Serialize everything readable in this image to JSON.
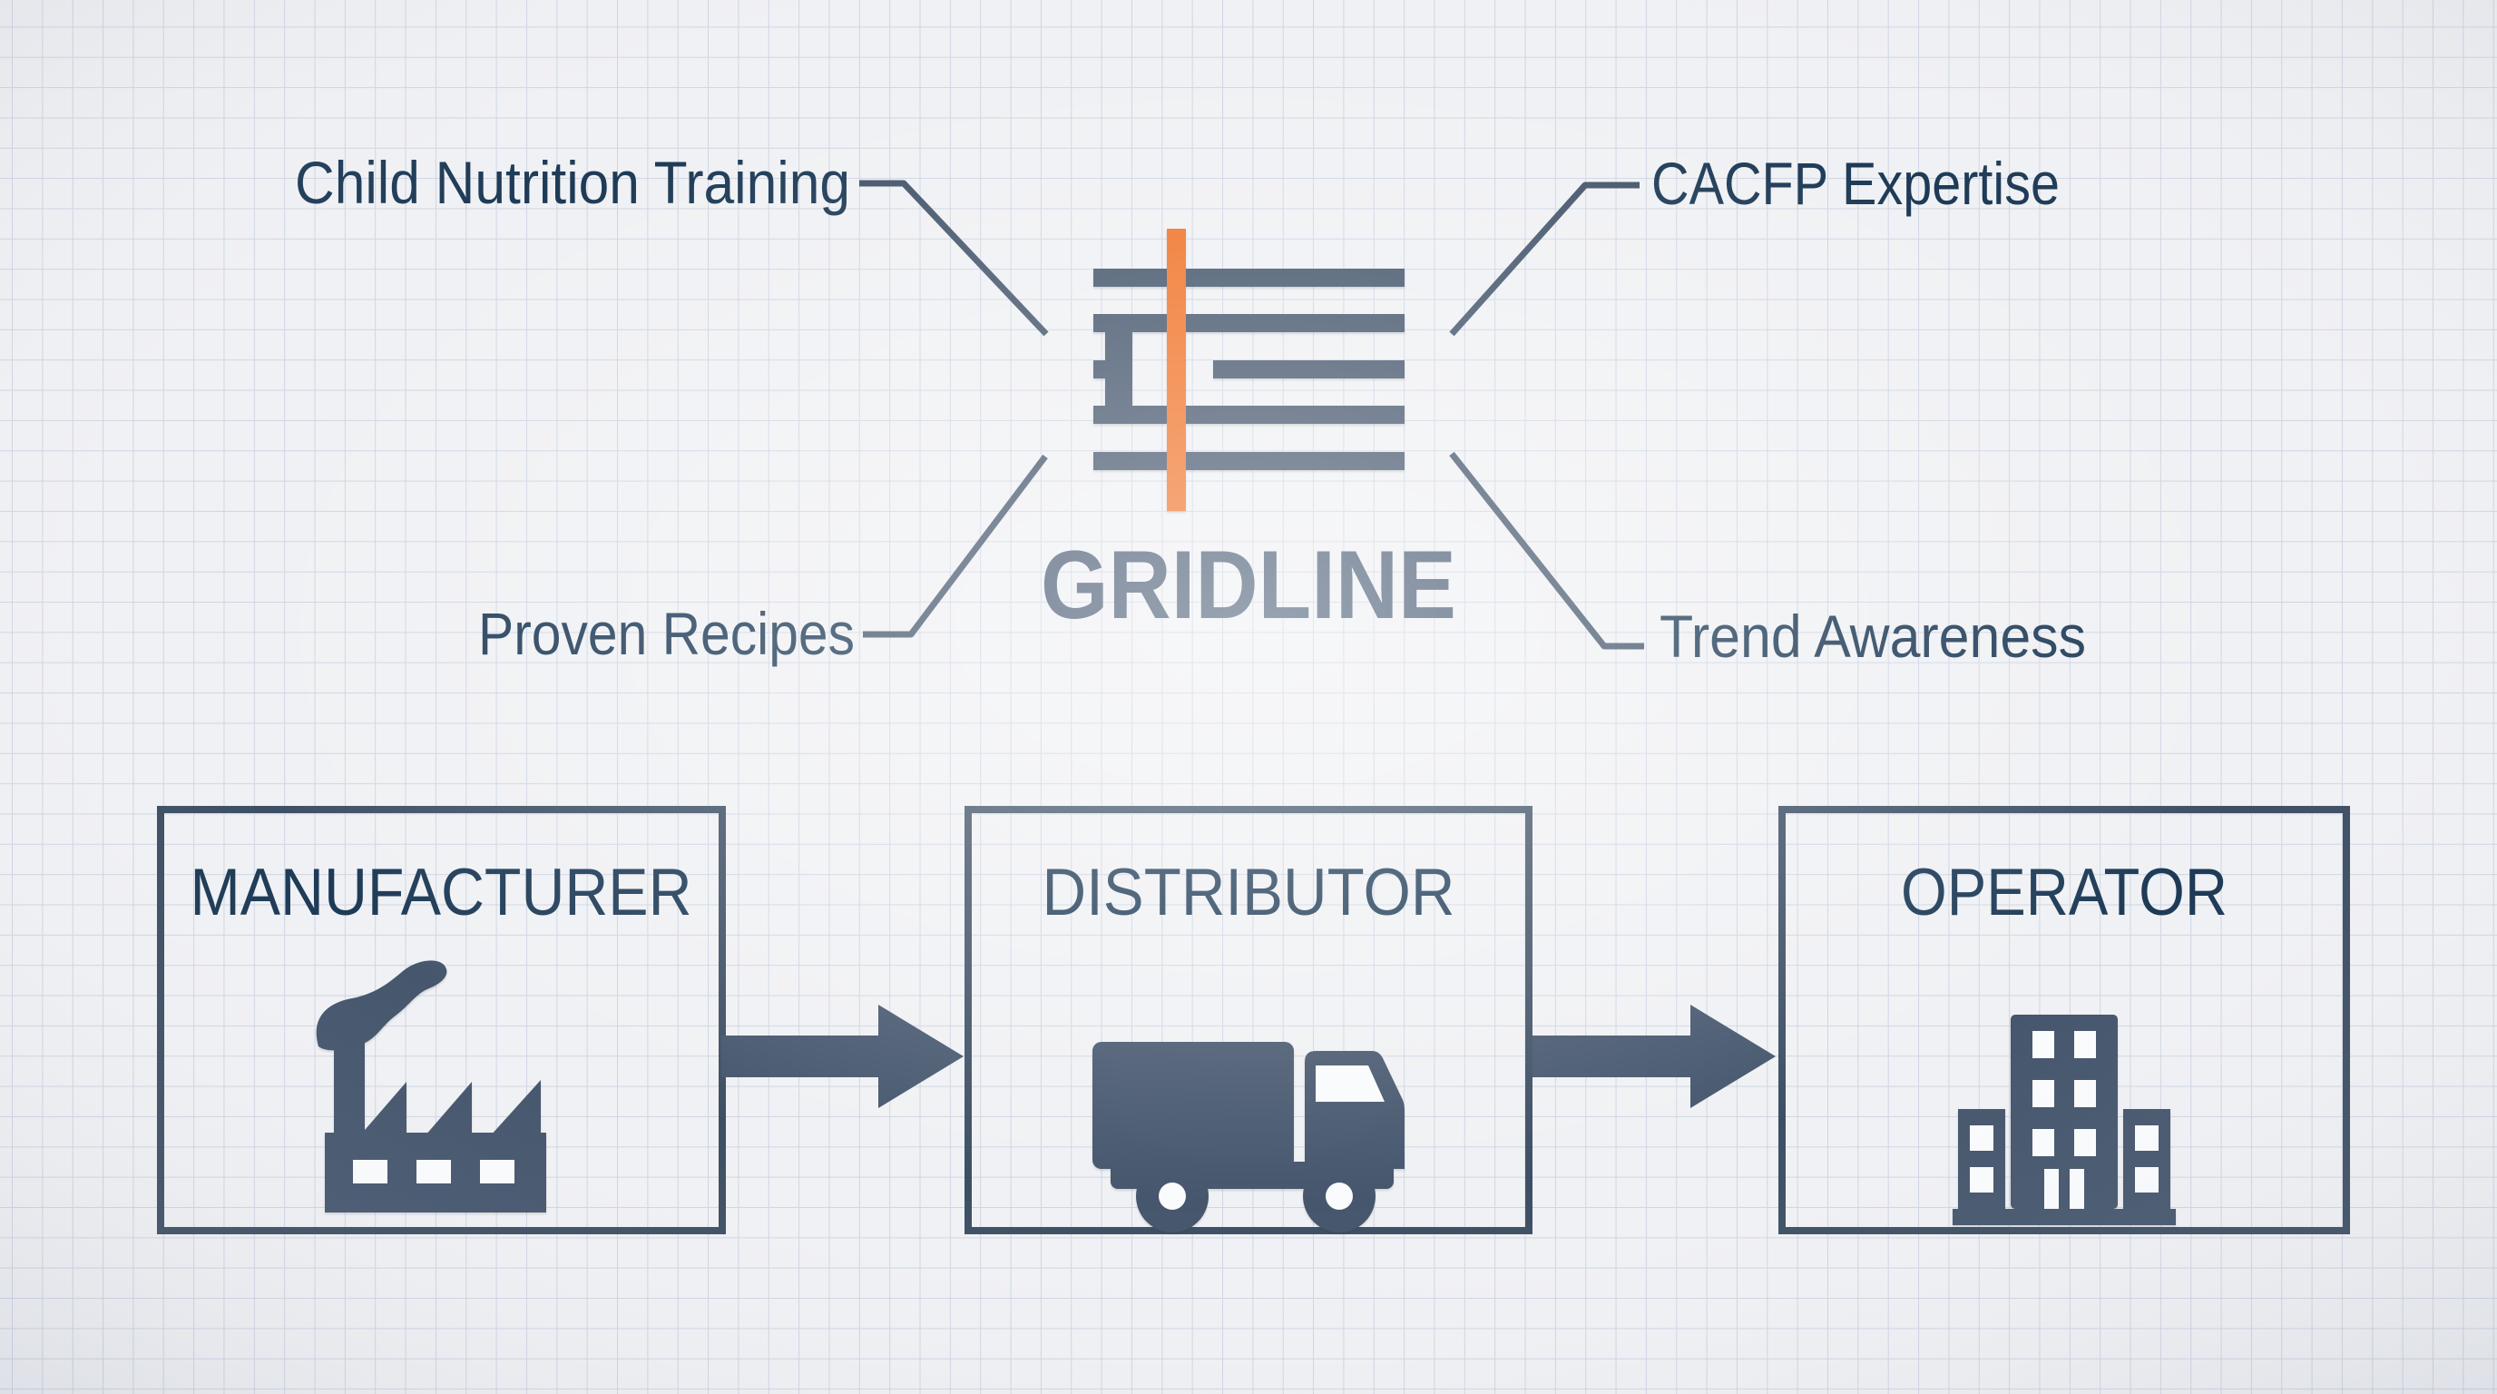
{
  "colors": {
    "paper": "#f0f1f4",
    "grid_line": "#b4bdd4",
    "slate": "#45566d",
    "navy_text": "#1d3a56",
    "orange_accent": "#f0742a",
    "box_border": "#3d4f64",
    "wordmark": "#475a73"
  },
  "logo": {
    "wordmark": "GRIDLINE",
    "mark_icon": "gridline-bars-logo"
  },
  "callouts": [
    {
      "position": "top-left",
      "label": "Child Nutrition Training"
    },
    {
      "position": "top-right",
      "label": "CACFP Expertise"
    },
    {
      "position": "bottom-left",
      "label": "Proven Recipes"
    },
    {
      "position": "bottom-right",
      "label": "Trend Awareness"
    }
  ],
  "flow": {
    "nodes": [
      {
        "label": "MANUFACTURER",
        "icon": "factory-icon"
      },
      {
        "label": "DISTRIBUTOR",
        "icon": "truck-icon"
      },
      {
        "label": "OPERATOR",
        "icon": "building-icon"
      }
    ],
    "connector_icon": "arrow-right-icon"
  }
}
